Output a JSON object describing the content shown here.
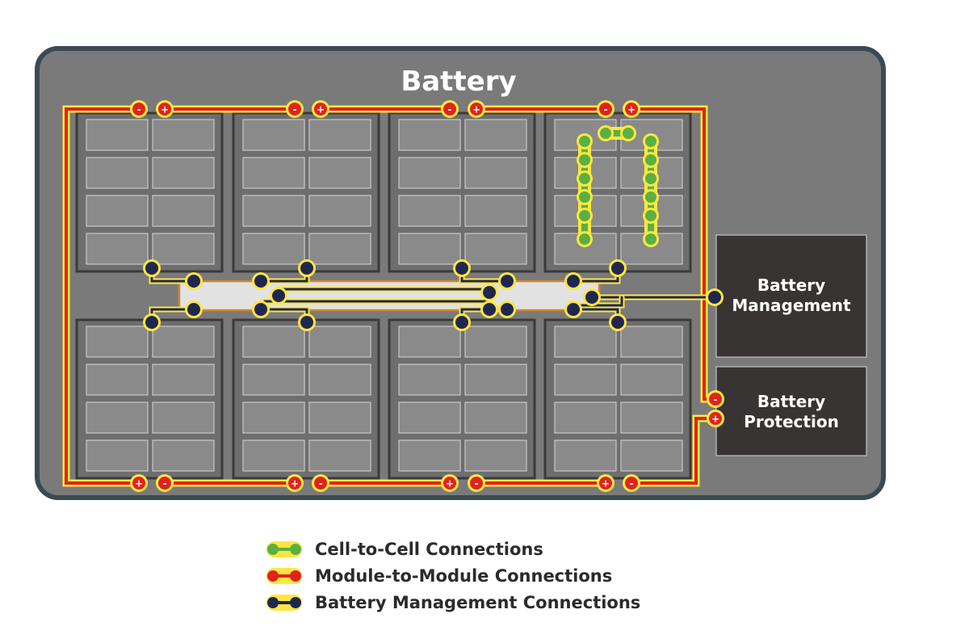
{
  "diagram": {
    "title": "Battery",
    "boxes": {
      "management": [
        "Battery",
        "Management"
      ],
      "protection": [
        "Battery",
        "Protection"
      ]
    },
    "terminal_symbols": {
      "negative": "-",
      "positive": "+"
    },
    "legend": [
      {
        "label": "Cell-to-Cell Connections",
        "color": "#5ab043"
      },
      {
        "label": "Module-to-Module Connections",
        "color": "#e0231c"
      },
      {
        "label": "Battery Management Connections",
        "color": "#1f2750"
      }
    ],
    "colors": {
      "pack_border": "#3a4a55",
      "pack_fill": "#7a7a7a",
      "module_fill": "#6e6e6e",
      "cell_fill": "#8a8a8a",
      "box_fill": "#383433",
      "highlight": "#ffe640",
      "bus_fill": "#e2e2e2",
      "bus_border": "#d2852c"
    }
  }
}
